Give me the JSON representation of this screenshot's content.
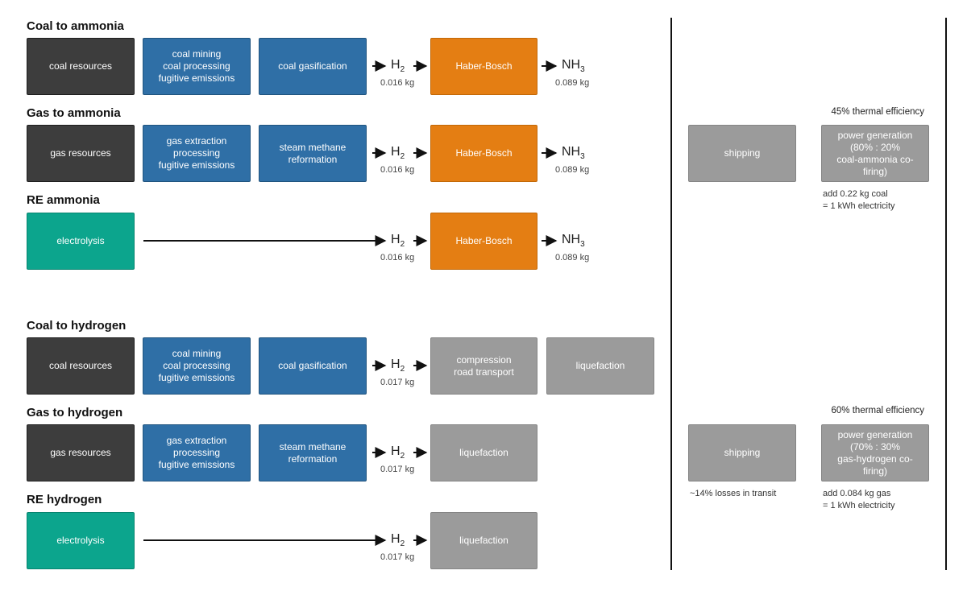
{
  "titles": {
    "coal_ammonia": "Coal to ammonia",
    "gas_ammonia": "Gas to ammonia",
    "re_ammonia": "RE ammonia",
    "coal_hydrogen": "Coal to hydrogen",
    "gas_hydrogen": "Gas to hydrogen",
    "re_hydrogen": "RE hydrogen"
  },
  "boxes": {
    "coal_resources": "coal resources",
    "gas_resources": "gas resources",
    "coal_mining": "coal mining\ncoal processing\nfugitive emissions",
    "gas_extraction": "gas extraction\nprocessing\nfugitive emissions",
    "coal_gasification": "coal gasification",
    "steam_methane": "steam methane\nreformation",
    "haber_bosch": "Haber-Bosch",
    "electrolysis": "electrolysis",
    "compression": "compression\nroad transport",
    "liquefaction": "liquefaction",
    "shipping": "shipping",
    "power_ammonia": "power generation\n(80% : 20%\ncoal-ammonia co-firing)",
    "power_hydrogen": "power generation\n(70% : 30%\ngas-hydrogen co-firing)"
  },
  "chem": {
    "h_base": "H",
    "h_sub": "2",
    "nh_base": "NH",
    "nh_sub": "3"
  },
  "masses": {
    "h2_ammonia": "0.016 kg",
    "nh3": "0.089 kg",
    "h2_hydrogen": "0.017 kg"
  },
  "notes": {
    "eff_ammonia": "45% thermal efficiency",
    "eff_hydrogen": "60% thermal efficiency",
    "add_coal": "add 0.22 kg coal\n= 1 kWh electricity",
    "losses": "~14% losses in transit",
    "add_gas": "add 0.084 kg gas\n= 1 kWh electricity"
  },
  "colors": {
    "resources": "#3d3d3d",
    "upstream": "#2f6fa6",
    "haber_bosch": "#e47e13",
    "electrolysis": "#0ca58d",
    "downstream": "#9b9b9b"
  }
}
